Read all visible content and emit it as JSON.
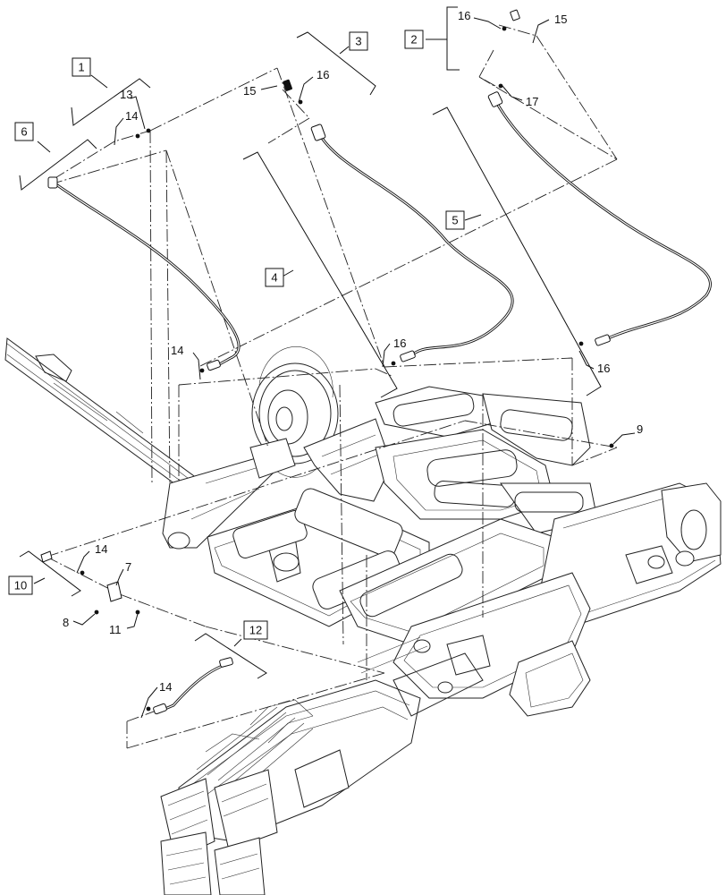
{
  "callouts": {
    "c1": "1",
    "c2": "2",
    "c3": "3",
    "c4": "4",
    "c5": "5",
    "c6": "6",
    "c7": "7",
    "c8": "8",
    "c9": "9",
    "c10": "10",
    "c11": "11",
    "c12": "12",
    "c13": "13",
    "c14a": "14",
    "c14b": "14",
    "c14c": "14",
    "c14d": "14",
    "c15a": "15",
    "c15b": "15",
    "c16a": "16",
    "c16b": "16",
    "c16c": "16",
    "c16d": "16",
    "c17": "17"
  }
}
